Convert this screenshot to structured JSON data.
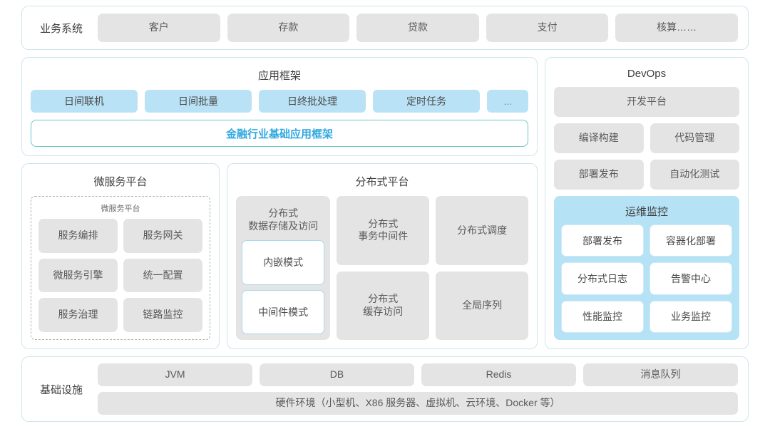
{
  "business_systems": {
    "label": "业务系统",
    "items": [
      "客户",
      "存款",
      "贷款",
      "支付",
      "核算……"
    ]
  },
  "app_framework": {
    "title": "应用框架",
    "chips": [
      "日间联机",
      "日间批量",
      "日终批处理",
      "定时任务",
      "..."
    ],
    "base_label": "金融行业基础应用框架",
    "base_color": "#2fa7e0"
  },
  "microservice_platform": {
    "title": "微服务平台",
    "inner_title": "微服务平台",
    "items": [
      "服务编排",
      "服务网关",
      "微服务引擎",
      "统一配置",
      "服务治理",
      "链路监控"
    ]
  },
  "distributed_platform": {
    "title": "分布式平台",
    "storage_card": {
      "title": "分布式\n数据存储及访问",
      "modes": [
        "内嵌模式",
        "中间件模式"
      ]
    },
    "cards": [
      "分布式\n事务中间件",
      "分布式调度",
      "分布式\n缓存访问",
      "全局序列"
    ]
  },
  "devops": {
    "title": "DevOps",
    "platform": "开发平台",
    "items": [
      "编译构建",
      "代码管理",
      "部署发布",
      "自动化测试"
    ],
    "ops_monitor": {
      "title": "运维监控",
      "panel_color": "#b5e2f5",
      "items": [
        "部署发布",
        "容器化部署",
        "分布式日志",
        "告警中心",
        "性能监控",
        "业务监控"
      ]
    }
  },
  "infrastructure": {
    "label": "基础设施",
    "items": [
      "JVM",
      "DB",
      "Redis",
      "消息队列"
    ],
    "hardware": "硬件环境（小型机、X86 服务器、虚拟机、云环境、Docker 等）"
  },
  "theme": {
    "frame_border": "#cfe5ec",
    "chip_gray": "#e4e4e4",
    "chip_blue": "#b9e2f6"
  }
}
